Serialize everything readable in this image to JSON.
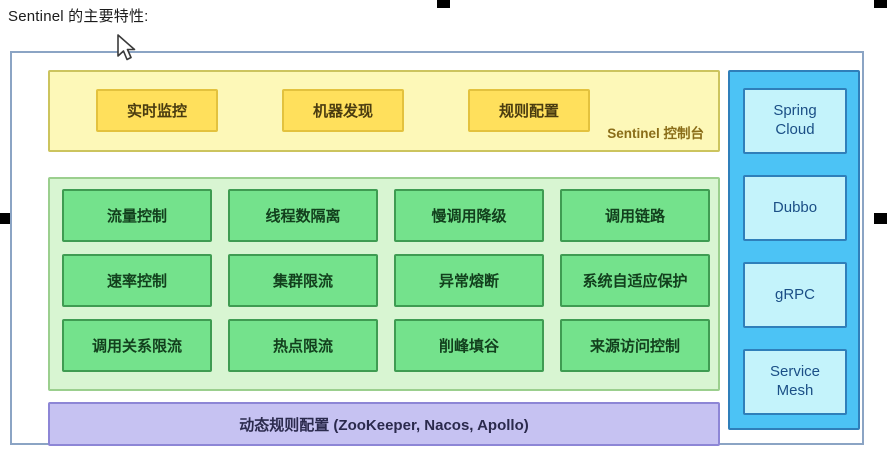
{
  "caption": "Sentinel 的主要特性:",
  "console_panel": {
    "label": "Sentinel 控制台",
    "boxes": [
      {
        "label": "实时监控"
      },
      {
        "label": "机器发现"
      },
      {
        "label": "规则配置"
      }
    ]
  },
  "features_panel": {
    "boxes": [
      {
        "label": "流量控制"
      },
      {
        "label": "线程数隔离"
      },
      {
        "label": "慢调用降级"
      },
      {
        "label": "调用链路"
      },
      {
        "label": "速率控制"
      },
      {
        "label": "集群限流"
      },
      {
        "label": "异常熔断"
      },
      {
        "label": "系统自适应保护"
      },
      {
        "label": "调用关系限流"
      },
      {
        "label": "热点限流"
      },
      {
        "label": "削峰填谷"
      },
      {
        "label": "来源访问控制"
      }
    ]
  },
  "rules_bar": {
    "label": "动态规则配置 (ZooKeeper, Nacos, Apollo)"
  },
  "adapters_panel": {
    "boxes": [
      {
        "label": "Spring\nCloud"
      },
      {
        "label": "Dubbo"
      },
      {
        "label": "gRPC"
      },
      {
        "label": "Service\nMesh"
      }
    ]
  },
  "colors": {
    "console_panel_bg": "#fdf8b8",
    "console_box_bg": "#ffe05c",
    "features_panel_bg": "#d8f5d2",
    "feature_box_bg": "#74e28c",
    "rules_bar_bg": "#c6c2f2",
    "adapters_panel_bg": "#4cc3f5",
    "adapter_box_bg": "#c4f3fb",
    "frame_border": "#8ba4c4"
  }
}
